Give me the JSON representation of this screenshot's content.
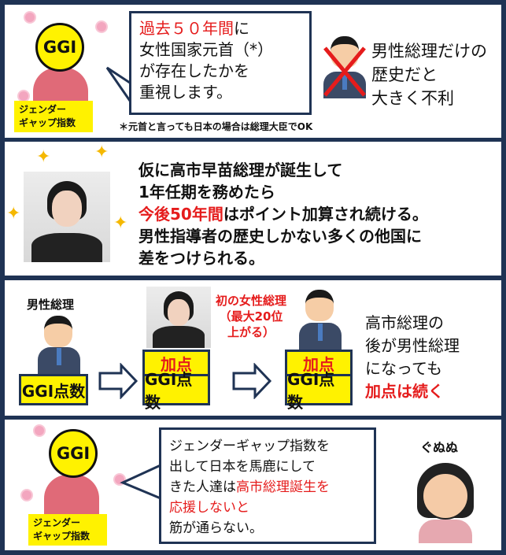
{
  "panel1": {
    "ggi_badge": "GGI",
    "ggi_label_line1": "ジェンダー",
    "ggi_label_line2": "ギャップ指数",
    "bubble_red": "過去５０年間",
    "bubble_line1_rest": "に",
    "bubble_line2": "女性国家元首（*）",
    "bubble_line3": "が存在したかを",
    "bubble_line4": "重視します。",
    "footnote": "＊元首と言っても日本の場合は総理大臣でOK",
    "right_line1": "男性総理だけの",
    "right_line2": "歴史だと",
    "right_line3": "大きく不利"
  },
  "panel2": {
    "line1": "仮に高市早苗総理が誕生して",
    "line2": "1年任期を務めたら",
    "line3_red": "今後50年間",
    "line3_rest": "はポイント加算され続ける。",
    "line4": "男性指導者の歴史しかない多くの他国に",
    "line5": "差をつけられる。"
  },
  "panel3": {
    "male_pm_label": "男性総理",
    "female_label_line1": "初の女性総理",
    "female_label_line2": "（最大20位",
    "female_label_line3": "上がる）",
    "score_box": "GGI点数",
    "bonus_box": "加点",
    "right_line1": "高市総理の",
    "right_line2": "後が男性総理",
    "right_line3": "になっても",
    "right_line4_red": "加点は続く"
  },
  "panel4": {
    "ggi_badge": "GGI",
    "ggi_label_line1": "ジェンダー",
    "ggi_label_line2": "ギャップ指数",
    "line1": "ジェンダーギャップ指数を",
    "line2": "出して日本を馬鹿にして",
    "line3_black": "きた人達は",
    "line3_red": "高市総理誕生を",
    "line4_red": "応援しないと",
    "line5": "筋が通らない。",
    "girl_sound": "ぐぬぬ"
  },
  "colors": {
    "navy": "#1f3354",
    "red": "#e51c1c",
    "yellow": "#fff200"
  }
}
